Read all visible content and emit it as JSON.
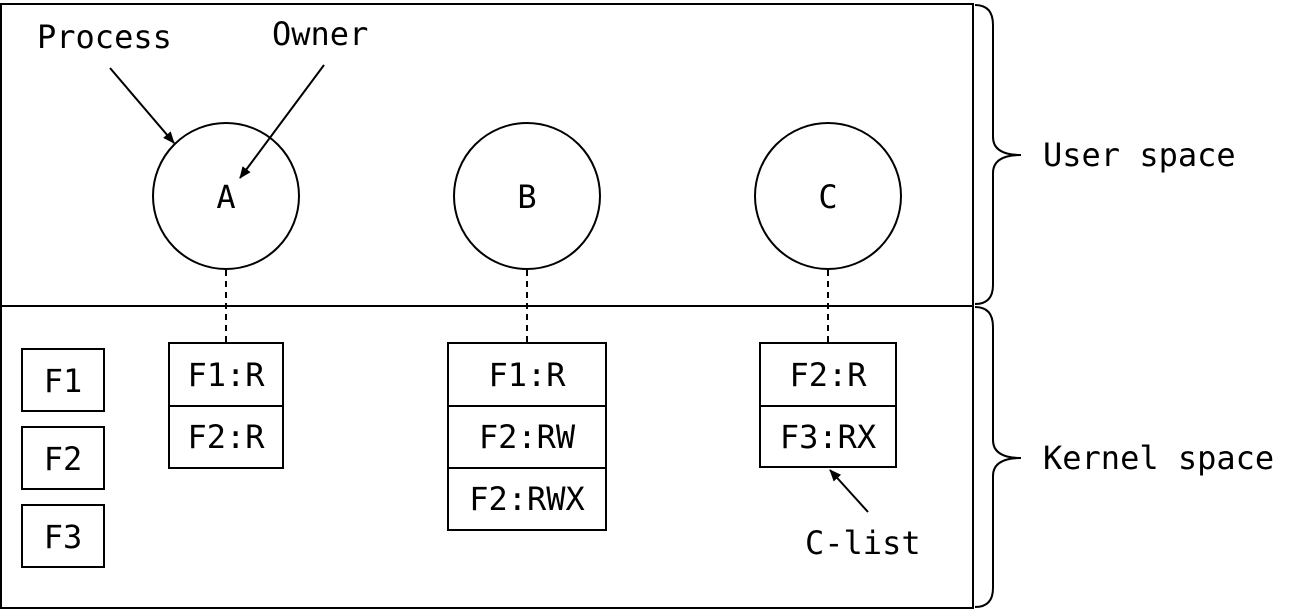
{
  "annotations": {
    "process_label": "Process",
    "owner_label": "Owner",
    "clist_label": "C-list"
  },
  "regions": {
    "user_space": "User space",
    "kernel_space": "Kernel space"
  },
  "processes": [
    {
      "name": "A",
      "clist": [
        "F1:R",
        "F2:R"
      ]
    },
    {
      "name": "B",
      "clist": [
        "F1:R",
        "F2:RW",
        "F2:RWX"
      ]
    },
    {
      "name": "C",
      "clist": [
        "F2:R",
        "F3:RX"
      ]
    }
  ],
  "files": [
    "F1",
    "F2",
    "F3"
  ]
}
